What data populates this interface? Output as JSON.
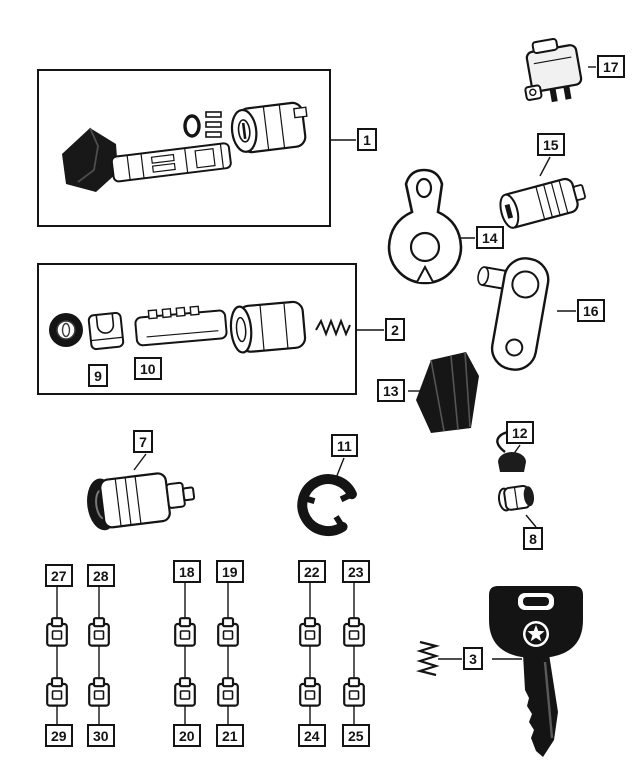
{
  "colors": {
    "ink": "#141414",
    "background": "#ffffff"
  },
  "callouts": {
    "1": "1",
    "2": "2",
    "3": "3",
    "7": "7",
    "8": "8",
    "9": "9",
    "10": "10",
    "11": "11",
    "12": "12",
    "13": "13",
    "14": "14",
    "15": "15",
    "16": "16",
    "17": "17",
    "18": "18",
    "19": "19",
    "20": "20",
    "21": "21",
    "22": "22",
    "23": "23",
    "24": "24",
    "25": "25",
    "27": "27",
    "28": "28",
    "29": "29",
    "30": "30"
  }
}
